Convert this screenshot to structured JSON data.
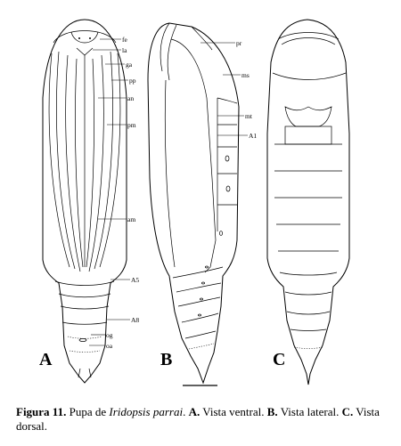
{
  "figure": {
    "panels": {
      "a": "A",
      "b": "B",
      "c": "C"
    },
    "labels": {
      "fe": "fe",
      "la": "la",
      "ga": "ga",
      "pp": "pp",
      "an": "an",
      "pm": "pm",
      "am": "am",
      "a5": "A5",
      "a8": "A8",
      "og": "og",
      "oa": "oa",
      "pr": "pr",
      "ms": "ms",
      "mt": "mt",
      "a1": "A1"
    }
  },
  "caption": {
    "figure_label": "Figura 11.",
    "text_1": " Pupa de ",
    "species": "Iridopsis parrai",
    "text_2": ". ",
    "a_label": "A.",
    "a_text": " Vista ventral. ",
    "b_label": "B.",
    "b_text": " Vista lateral. ",
    "c_label": "C.",
    "c_text": " Vista dorsal."
  }
}
